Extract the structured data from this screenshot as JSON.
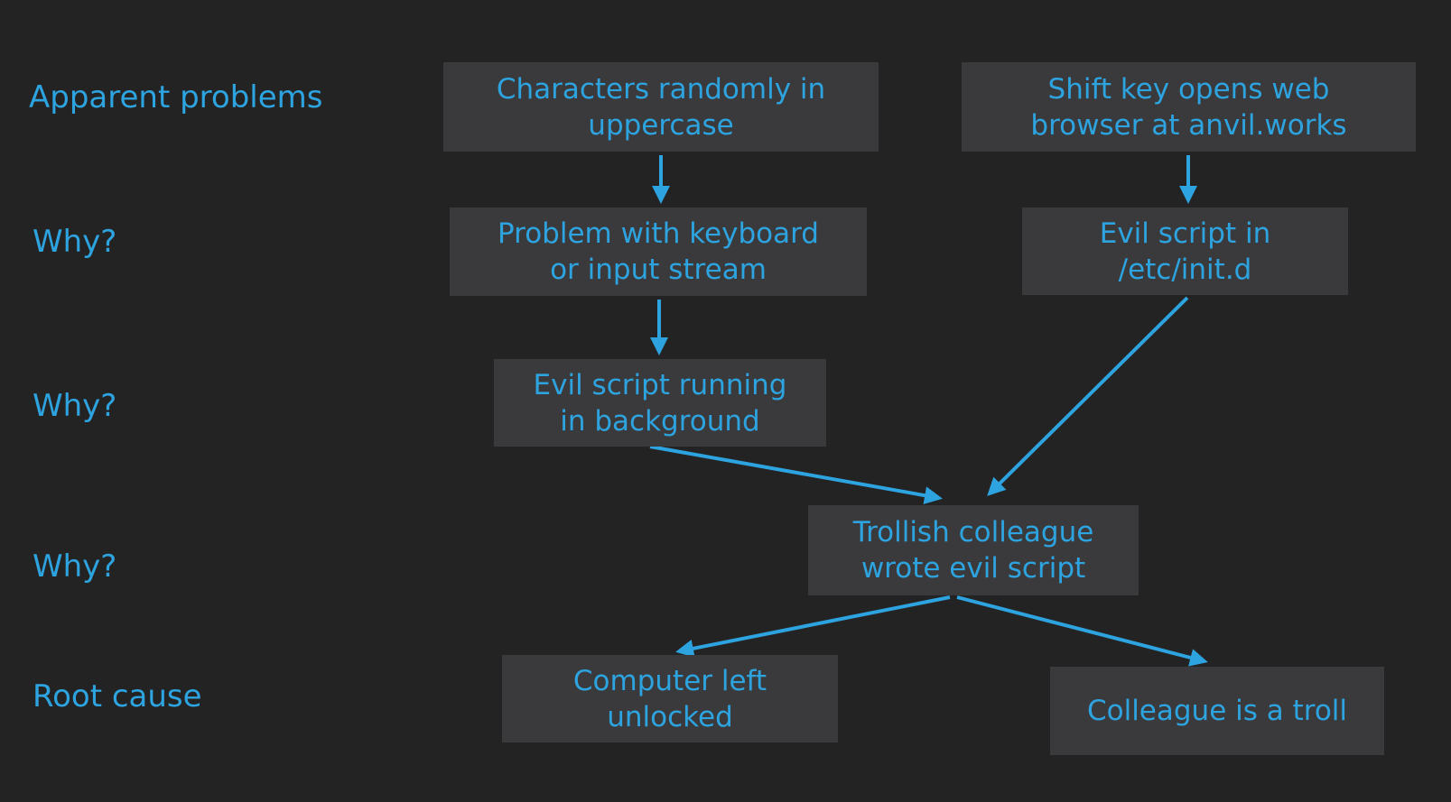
{
  "diagram": {
    "row_labels": [
      {
        "id": "apparent-problems",
        "label": "Apparent problems"
      },
      {
        "id": "why-1",
        "label": "Why?"
      },
      {
        "id": "why-2",
        "label": "Why?"
      },
      {
        "id": "why-3",
        "label": "Why?"
      },
      {
        "id": "root-cause",
        "label": "Root cause"
      }
    ],
    "nodes": [
      {
        "id": "characters-randomly-uppercase",
        "lines": [
          "Characters randomly in",
          "uppercase"
        ]
      },
      {
        "id": "shift-key-opens-browser",
        "lines": [
          "Shift key opens web",
          "browser at anvil.works"
        ]
      },
      {
        "id": "problem-keyboard-input-stream",
        "lines": [
          "Problem with keyboard",
          "or input stream"
        ]
      },
      {
        "id": "evil-script-etc-initd",
        "lines": [
          "Evil script in",
          "/etc/init.d"
        ]
      },
      {
        "id": "evil-script-running-background",
        "lines": [
          "Evil script running",
          "in background"
        ]
      },
      {
        "id": "trollish-colleague-wrote-script",
        "lines": [
          "Trollish colleague",
          "wrote evil script"
        ]
      },
      {
        "id": "computer-left-unlocked",
        "lines": [
          "Computer left",
          "unlocked"
        ]
      },
      {
        "id": "colleague-is-a-troll",
        "lines": [
          "Colleague is a troll"
        ]
      }
    ],
    "colors": {
      "background": "#232324",
      "box": "#3a3a3c",
      "accent": "#2da4e0"
    }
  }
}
